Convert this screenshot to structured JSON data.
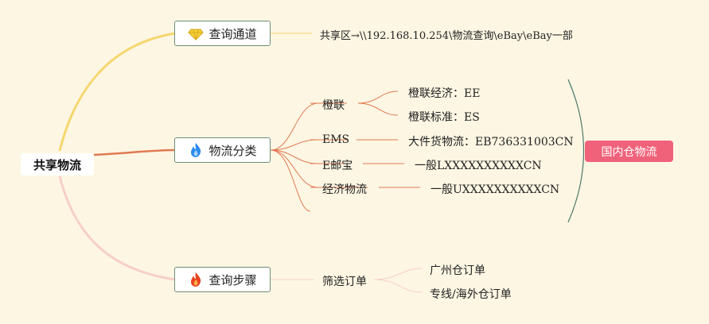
{
  "root": {
    "label": "共享物流"
  },
  "branches": {
    "query_channel": {
      "label": "查询通道",
      "icon": "diamond-icon"
    },
    "logistics_class": {
      "label": "物流分类",
      "icon": "flame-blue-icon"
    },
    "query_steps": {
      "label": "查询步骤",
      "icon": "flame-red-icon"
    }
  },
  "channel_path": "共享区→\\\\192.168.10.254\\物流查询\\eBay\\eBay一部",
  "categories": {
    "chenglian": {
      "label": "橙联",
      "children": [
        "橙联经济：EE",
        "橙联标准：ES"
      ]
    },
    "ems": {
      "label": "EMS",
      "child": "大件货物流：EB736331003CN"
    },
    "eyoubao": {
      "label": "E邮宝",
      "child": "一般LXXXXXXXXXXCN"
    },
    "jingji": {
      "label": "经济物流",
      "child": "一般UXXXXXXXXXXCN"
    }
  },
  "summary_tag": "国内仓物流",
  "steps": {
    "filter": {
      "label": "筛选订单",
      "children": [
        "广州仓订单",
        "专线/海外仓订单"
      ]
    }
  },
  "colors": {
    "background": "#fdf6e3",
    "branch_yellow": "#f5d76e",
    "branch_orange": "#e07a52",
    "branch_pink": "#f6cfc9",
    "tag": "#f0627a",
    "bracket": "#4d7a6a"
  }
}
